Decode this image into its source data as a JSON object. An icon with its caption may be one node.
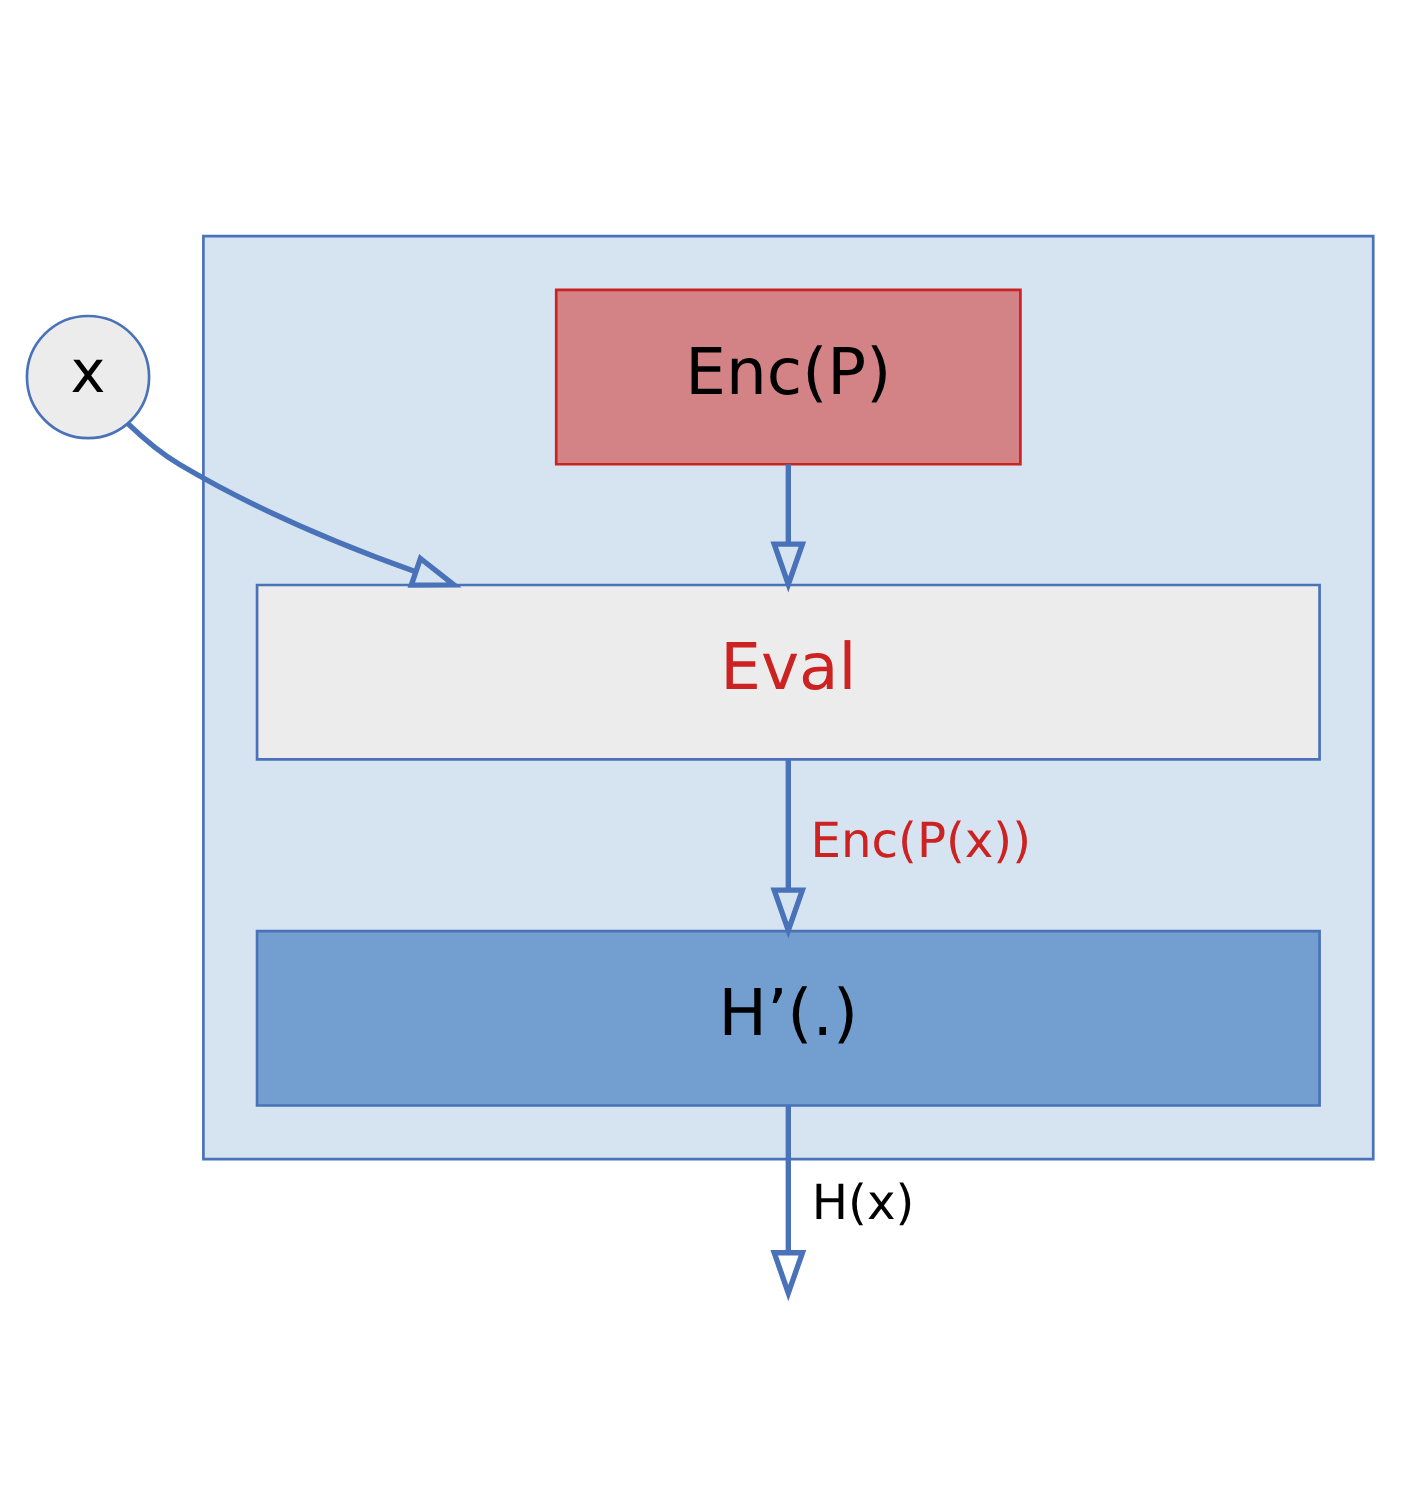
{
  "diagram": {
    "nodes": [
      {
        "text": [
          "x"
        ]
      },
      {
        "text": [],
        "shape": "box"
      },
      {
        "text": [
          "Enc(P)"
        ],
        "in": 1
      },
      {
        "text": [
          "Eval"
        ],
        "in": 1
      },
      {
        "text": [
          "H’(.)"
        ],
        "in": 1
      }
    ],
    "edges": [
      {
        "from": 0,
        "to": 3,
        "arrow": "to"
      },
      {
        "from": 2,
        "to": 3,
        "arrow": "to"
      },
      {
        "from": 3,
        "to": 4,
        "arrow": "to",
        "label": "Enc(P(x))"
      },
      {
        "from": 4,
        "to": null,
        "arrow": "to",
        "label": "H(x)"
      }
    ]
  }
}
